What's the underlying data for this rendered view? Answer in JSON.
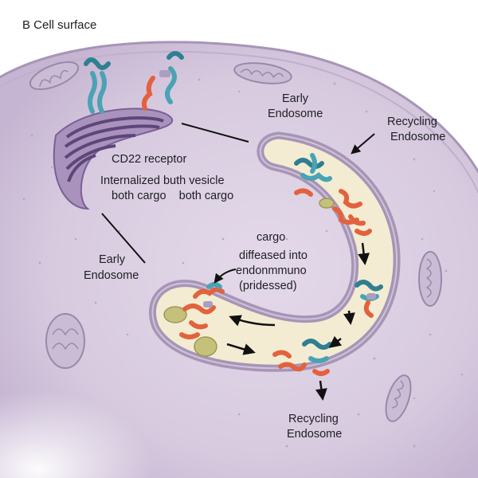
{
  "diagram": {
    "title": "B Cell surface",
    "labels": {
      "early_endosome_top_line1": "Early",
      "early_endosome_top_line2": "Endosome",
      "recycling_endosome_top_line1": "Recycling",
      "recycling_endosome_top_line2": "Endosome",
      "cd22_receptor": "CD22 receptor",
      "internalized_line1": "Internalized buth vesicle",
      "internalized_line2": "both cargo    both cargo",
      "early_endosome_left_line1": "Early",
      "early_endosome_left_line2": "Endosome",
      "cargo_line1": "cargo",
      "cargo_line2": "diffeased into",
      "cargo_line3": "endonmmuno",
      "cargo_line4": "(pridessed)",
      "recycling_endosome_bottom_line1": "Recycling",
      "recycling_endosome_bottom_line2": "Endosome"
    },
    "colors": {
      "cytoplasm": "#d9cde0",
      "membrane": "#a795b6",
      "golgi": "#8c6fa6",
      "endosome_lumen": "#f3ecd2",
      "receptor_teal": "#4aa3b4",
      "cargo_orange": "#e3623e",
      "vesicle_olive": "#c5c07a"
    }
  }
}
